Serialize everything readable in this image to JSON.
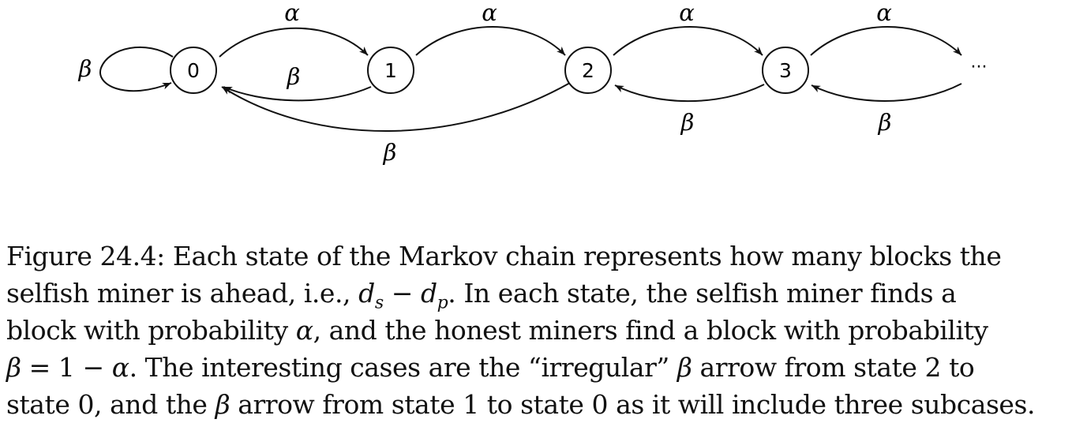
{
  "diagram": {
    "states": [
      "0",
      "1",
      "2",
      "3"
    ],
    "continuation": "···",
    "labels": {
      "self_loop_0": "β",
      "alpha_0_1": "α",
      "alpha_1_2": "α",
      "alpha_2_3": "α",
      "alpha_3_next": "α",
      "beta_1_0": "β",
      "beta_2_0": "β",
      "beta_3_2": "β",
      "beta_next_3": "β"
    }
  },
  "caption": {
    "line1": "Figure 24.4: Each state of the Markov chain represents how many blocks the",
    "line2_a": "selfish miner is ahead, i.e., ",
    "var_d": "d",
    "sub_s": "s",
    "minus": " − ",
    "sub_p": "p",
    "line2_b": ". In each state, the selfish miner finds a",
    "line3_a": "block with probability ",
    "alpha": "α",
    "line3_b": ", and the honest miners find a block with probability",
    "beta": "β",
    "line4_eq": " = 1 − ",
    "line4_b": ". The interesting cases are the “irregular” ",
    "line4_c": " arrow from state 2 to",
    "line5_a": "state 0, and the ",
    "line5_b": " arrow from state 1 to state 0 as it will include three subcases."
  }
}
